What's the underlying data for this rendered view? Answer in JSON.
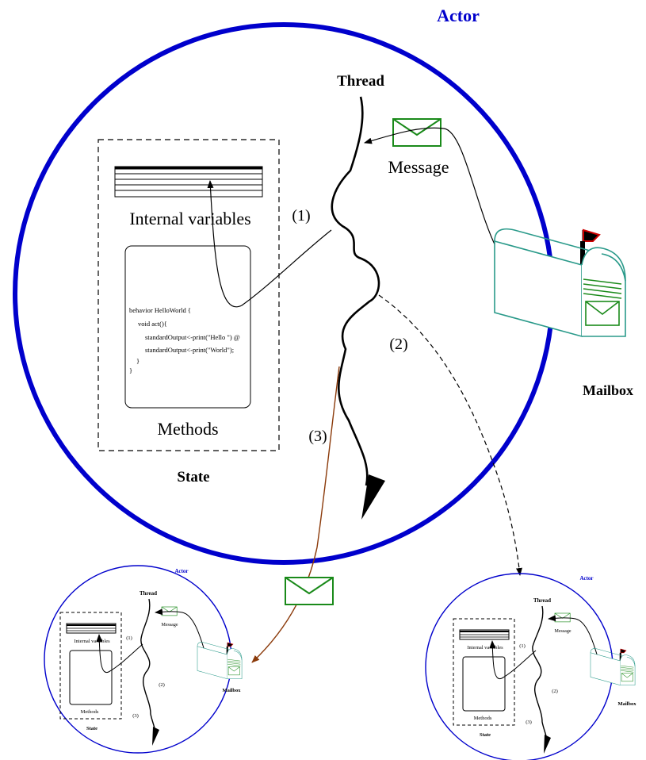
{
  "main": {
    "actor_title": "Actor",
    "thread_label": "Thread",
    "message_label": "Message",
    "internal_variables_label": "Internal variables",
    "methods_label": "Methods",
    "state_label": "State",
    "mailbox_label": "Mailbox",
    "step1": "(1)",
    "step2": "(2)",
    "step3": "(3)",
    "code_lines": [
      "behavior HelloWorld {",
      "void act(){",
      "standardOutput<-print(\"Hello \") @",
      "standardOutput<-print(\"World\");",
      "}",
      "}"
    ]
  },
  "mini_left": {
    "actor_title": "Actor",
    "thread_label": "Thread",
    "message_label": "Message",
    "internal_variables_label": "Internal variables",
    "methods_label": "Methods",
    "state_label": "State",
    "mailbox_label": "Mailbox",
    "step1": "(1)",
    "step2": "(2)",
    "step3": "(3)"
  },
  "mini_right": {
    "actor_title": "Actor",
    "thread_label": "Thread",
    "message_label": "Message",
    "internal_variables_label": "Internal variables",
    "methods_label": "Methods",
    "state_label": "State",
    "mailbox_label": "Mailbox",
    "step1": "(1)",
    "step2": "(2)",
    "step3": "(3)"
  },
  "colors": {
    "actor_circle": "#0000cc",
    "actor_title": "#0000cc",
    "mailbox": "#2a9a8a",
    "envelope": "#1a8a1a",
    "flag": "#cc0000",
    "arrow_3": "#8b3a0a"
  }
}
